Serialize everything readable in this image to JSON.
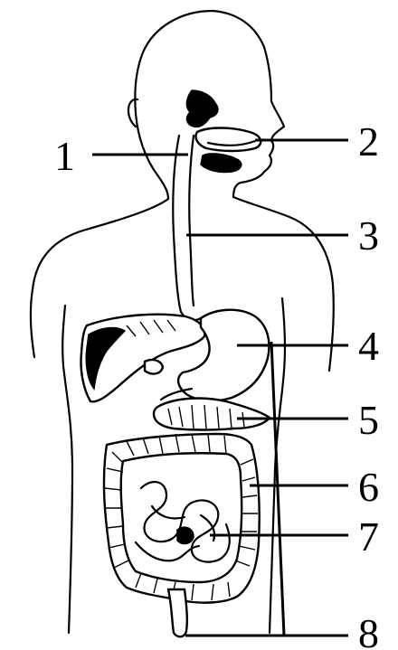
{
  "labels": [
    "1",
    "2",
    "3",
    "4",
    "5",
    "6",
    "7",
    "8"
  ]
}
